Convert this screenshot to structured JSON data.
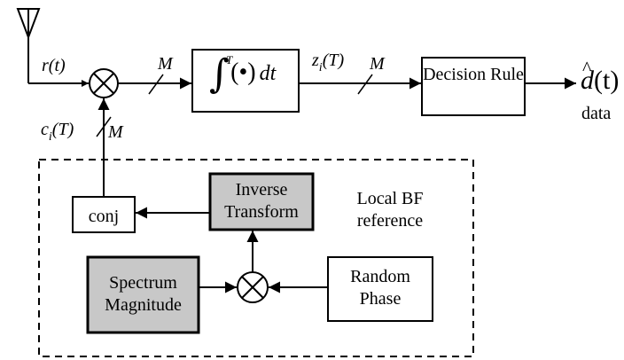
{
  "signal": {
    "received": "r(t)",
    "vector_dim": "M",
    "correlator_out_name": "z",
    "correlator_out_sub": "i",
    "correlator_out_arg": "(T)",
    "ref_name": "c",
    "ref_sub": "i",
    "ref_arg": "(T)"
  },
  "integrator": {
    "symbol": "∫",
    "limit": "T",
    "body": "(•)",
    "dt": "dt"
  },
  "blocks": {
    "decision_rule": "Decision Rule",
    "conj": "conj",
    "inverse_transform": "Inverse Transform",
    "spectrum_magnitude": "Spectrum Magnitude",
    "random_phase": "Random Phase"
  },
  "output": {
    "symbol": "d",
    "arg": "(t)",
    "caption": "data"
  },
  "group_label": "Local BF reference",
  "colors": {
    "shaded_block": "#c8c8c8",
    "line": "#000000"
  }
}
